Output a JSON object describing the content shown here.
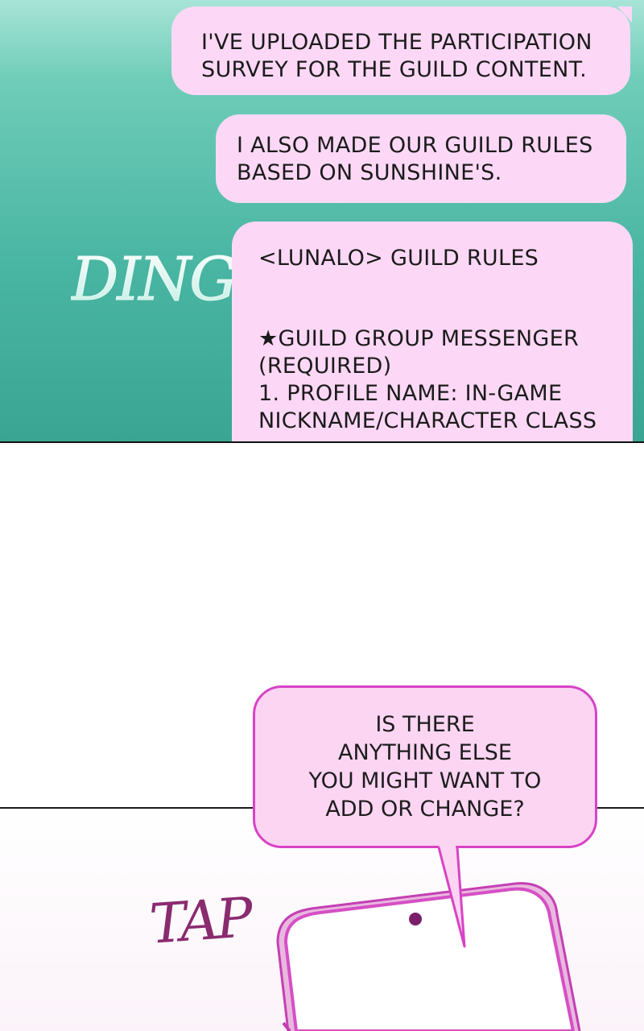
{
  "panel_top": {
    "messages": [
      {
        "lines": [
          "I'VE UPLOADED THE PARTICIPATION",
          "SURVEY FOR THE GUILD CONTENT."
        ]
      },
      {
        "lines": [
          "I ALSO MADE OUR GUILD RULES",
          "BASED ON SUNSHINE'S."
        ]
      },
      {
        "title": "<LUNALO> GUILD RULES",
        "lines": [
          "★GUILD GROUP MESSENGER",
          "(REQUIRED)",
          "1. PROFILE NAME: IN-GAME",
          "NICKNAME/CHARACTER CLASS"
        ]
      }
    ],
    "sfx": "DING"
  },
  "panel_bottom": {
    "speech_lines": [
      "IS THERE",
      "ANYTHING ELSE",
      "YOU MIGHT WANT TO",
      "ADD OR CHANGE?"
    ],
    "sfx": "TAP"
  },
  "colors": {
    "bubble_pink": "#fcd8f6",
    "speech_border": "#d843c5",
    "phone_outline": "#d64fc5",
    "sfx_tap": "#8a2a6f",
    "sfx_ding": "#d9f6ef"
  }
}
